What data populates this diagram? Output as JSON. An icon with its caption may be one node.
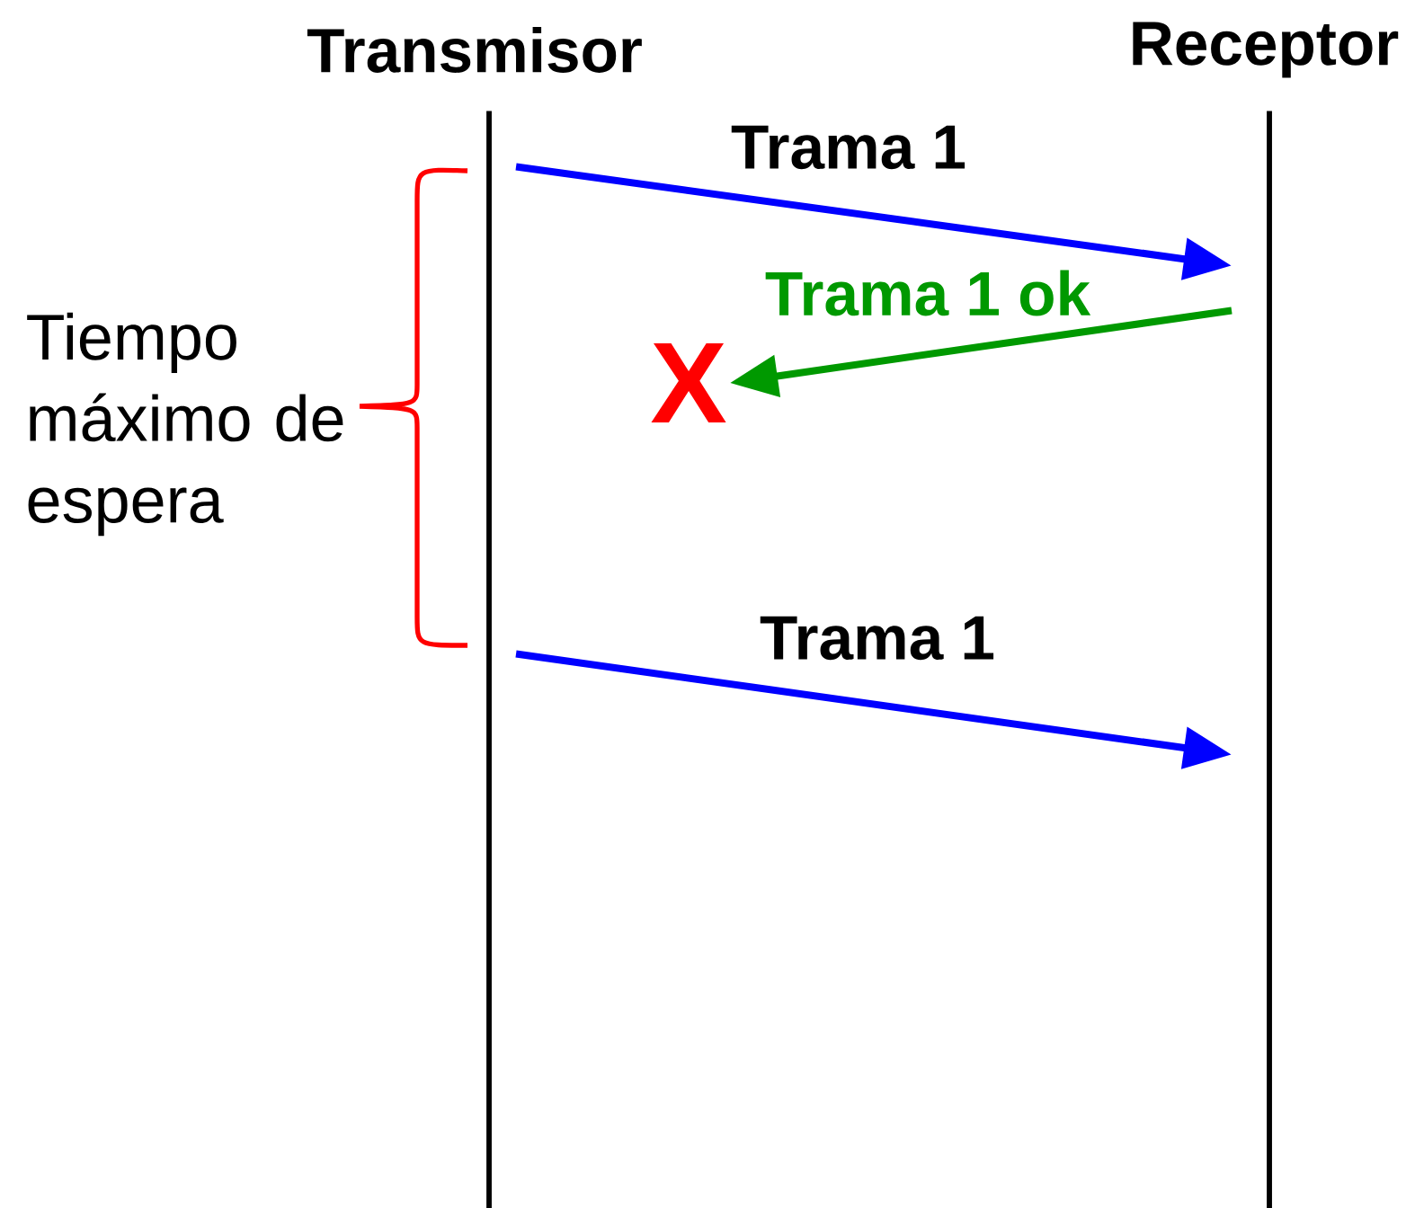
{
  "diagram": {
    "nodes": [
      {
        "text": [
          "Transmisor"
        ]
      },
      {
        "text": [
          "Receptor"
        ]
      },
      {
        "text": [
          "X"
        ]
      }
    ],
    "edges": [
      {
        "from": 0,
        "to": 1,
        "arrow": "to",
        "label": "Trama 1",
        "color": "#0000ff"
      },
      {
        "from": 1,
        "to": 2,
        "arrow": "to",
        "label": "Trama 1 ok",
        "color": "#009900"
      },
      {
        "from": 0,
        "to": 1,
        "arrow": "to",
        "label": "Trama 1",
        "color": "#0000ff"
      }
    ],
    "labels": [
      "Tiempo máximo de espera"
    ]
  }
}
